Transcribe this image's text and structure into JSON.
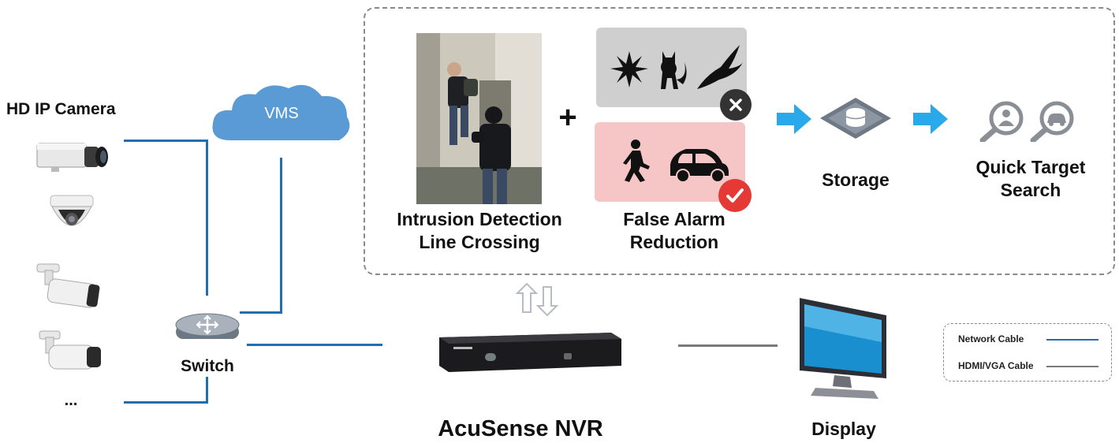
{
  "cameras": {
    "title": "HD IP Camera",
    "more": "...",
    "items": [
      "box-camera-icon",
      "dome-camera-icon",
      "bullet-camera-icon",
      "mini-bullet-camera-icon"
    ]
  },
  "vms": {
    "label": "VMS"
  },
  "switch": {
    "label": "Switch"
  },
  "nvr": {
    "label": "AcuSense NVR"
  },
  "display": {
    "label": "Display"
  },
  "features": {
    "intrusion": {
      "line1": "Intrusion Detection",
      "line2": "Line Crossing"
    },
    "plus": "+",
    "false_alarm": {
      "line1": "False Alarm",
      "line2": "Reduction"
    },
    "storage": {
      "label": "Storage"
    },
    "quick_search": {
      "line1": "Quick Target",
      "line2": "Search"
    }
  },
  "legend": {
    "network_cable": "Network Cable",
    "hdmi_cable": "HDMI/VGA Cable"
  },
  "colors": {
    "network_cable": "#1f6fb2",
    "hdmi_cable": "#7a7a7a",
    "flow_arrow": "#29a9e9",
    "vms_cloud": "#5b9bd5",
    "reject_panel": "#cfcfcf",
    "accept_panel": "#f6c6c6",
    "accept_badge": "#e53935",
    "reject_badge": "#333333"
  }
}
